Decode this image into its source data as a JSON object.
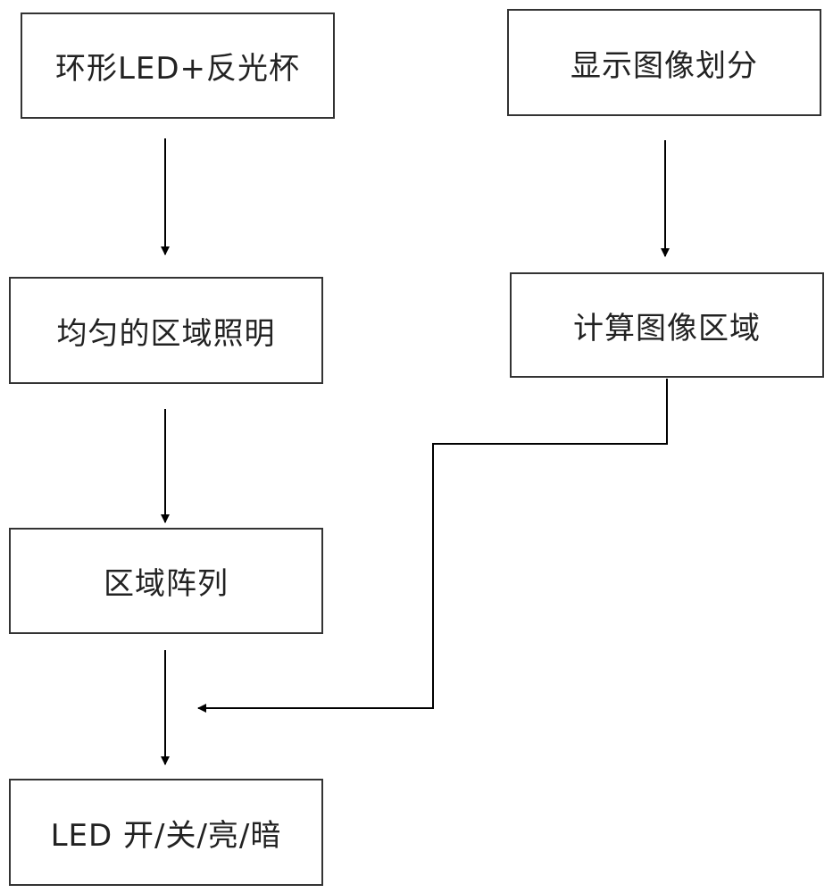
{
  "diagram": {
    "type": "flowchart",
    "nodes": {
      "led_reflector": "环形LED+反光杯",
      "uniform_lighting": "均匀的区域照明",
      "region_array": "区域阵列",
      "led_control": "LED 开/关/亮/暗",
      "image_division": "显示图像划分",
      "compute_region": "计算图像区域"
    },
    "edges": [
      {
        "from": "led_reflector",
        "to": "uniform_lighting"
      },
      {
        "from": "uniform_lighting",
        "to": "region_array"
      },
      {
        "from": "region_array",
        "to": "led_control"
      },
      {
        "from": "image_division",
        "to": "compute_region"
      },
      {
        "from": "compute_region",
        "to": "region_array->led_control"
      }
    ],
    "colors": {
      "line": "#000000",
      "border": "#333333",
      "text": "#222222",
      "background": "#ffffff"
    }
  }
}
